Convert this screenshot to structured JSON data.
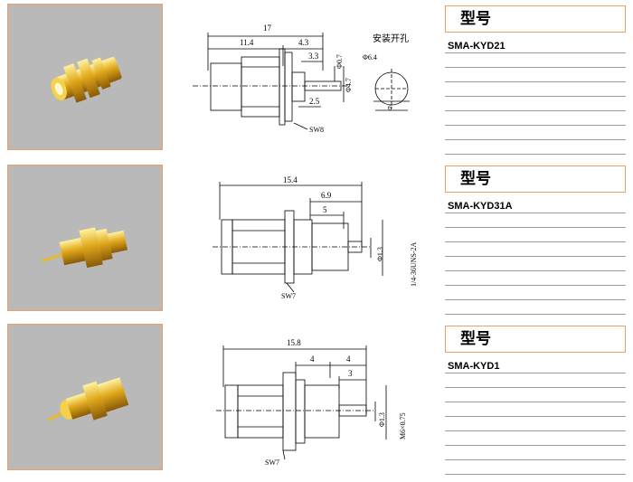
{
  "products": [
    {
      "spec_title": "型号",
      "model": "SMA-KYD21",
      "dims": {
        "total": "17",
        "body": "11.4",
        "mid": "4.3",
        "pin": "3.3",
        "thread": "2.5",
        "d1": "Φ0.7",
        "d2": "Φ4.7",
        "nut": "SW8"
      },
      "hole": {
        "label": "安装开孔",
        "dia": "Φ6.4",
        "flat": "6"
      }
    },
    {
      "spec_title": "型号",
      "model": "SMA-KYD31A",
      "dims": {
        "total": "15.4",
        "a": "6.9",
        "b": "5",
        "pin": "Φ1.3",
        "thread": "1/4-36UNS-2A",
        "nut": "SW7"
      }
    },
    {
      "spec_title": "型号",
      "model": "SMA-KYD1",
      "dims": {
        "total": "15.8",
        "a": "4",
        "b": "4",
        "c": "3",
        "pin": "Φ1.3",
        "thread": "M6×0.75",
        "nut": "SW7"
      }
    }
  ]
}
